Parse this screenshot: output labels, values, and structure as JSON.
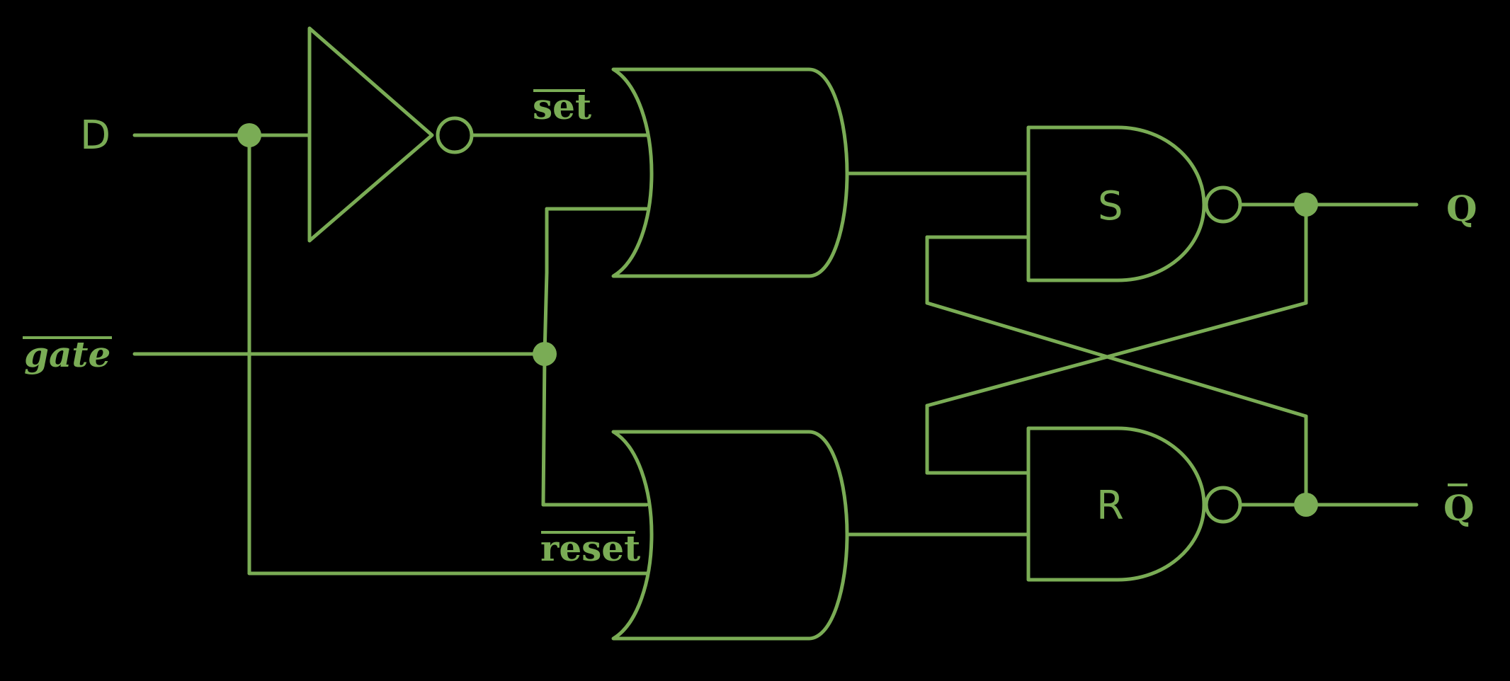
{
  "labels": {
    "input_d": "D",
    "input_gate": "gate",
    "signal_set": "set",
    "signal_reset": "reset",
    "nand_s": "S",
    "nand_r": "R",
    "output_q": "Q",
    "output_q_bar": "Q"
  },
  "colors": {
    "background": "#000000",
    "line": "#7aac55"
  }
}
